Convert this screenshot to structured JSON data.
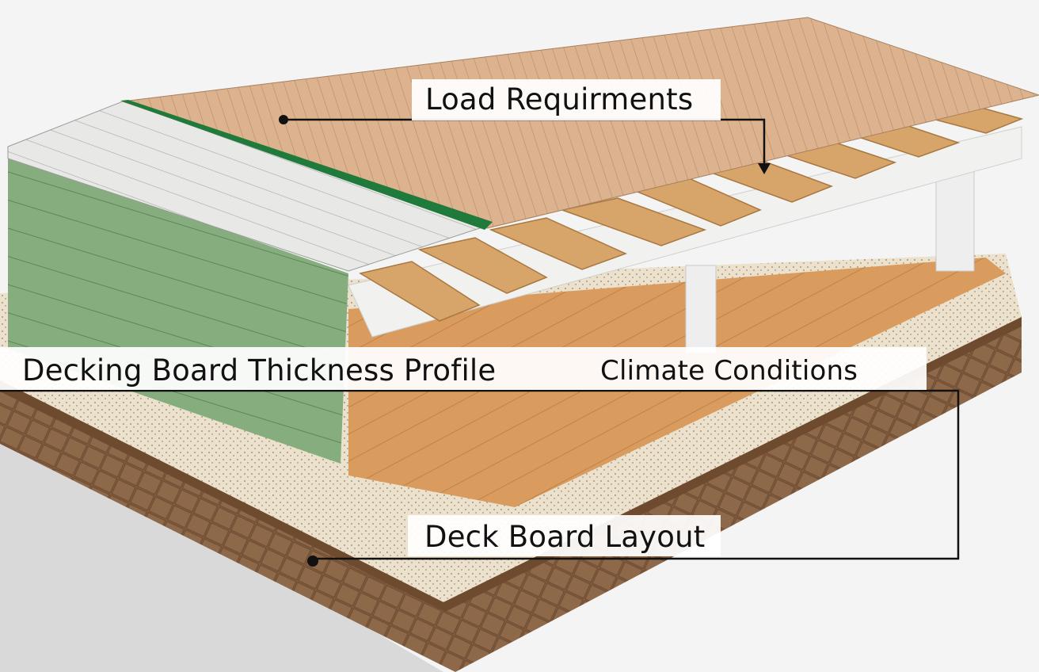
{
  "labels": {
    "load": "Load Requirments",
    "thickness": "Decking Board Thickness Profile",
    "climate": "Climate Conditions",
    "layout": "Deck Board Layout"
  },
  "colors": {
    "deck_top": "#d9b08a",
    "roof_gray": "#e4e4e2",
    "wall_green": "#82a97a",
    "trim_green": "#1f7a3c",
    "joist": "#d8a56a",
    "floor": "#d79a5c",
    "gravel": "#e8dcc4",
    "brick": "#8a6447",
    "post": "#ededed"
  }
}
